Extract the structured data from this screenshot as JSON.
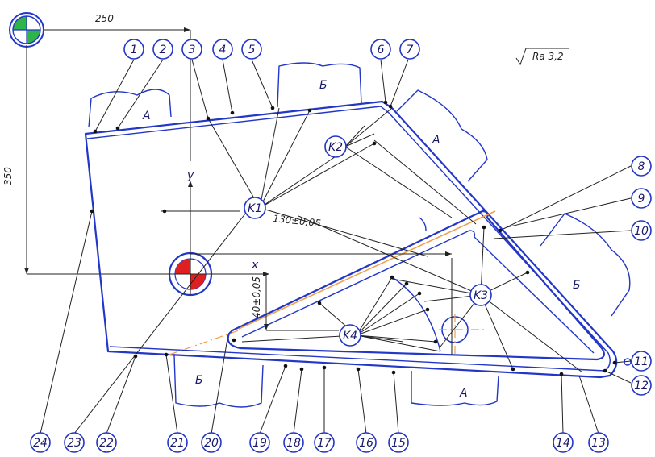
{
  "dimensions": {
    "horiz_250": "250",
    "vert_350": "350",
    "tol_130": "130±0,05",
    "tol_40": "40±0,05"
  },
  "roughness": "Ra 3,2",
  "axes": {
    "x": "x",
    "y": "y"
  },
  "zone_labels": [
    "A",
    "Б",
    "A",
    "Б",
    "Б",
    "A"
  ],
  "clamps": [
    "K1",
    "K2",
    "K3",
    "K4"
  ],
  "positions": [
    "1",
    "2",
    "3",
    "4",
    "5",
    "6",
    "7",
    "8",
    "9",
    "10",
    "11",
    "12",
    "13",
    "14",
    "15",
    "16",
    "17",
    "18",
    "19",
    "20",
    "21",
    "22",
    "23",
    "24"
  ],
  "colors": {
    "part": "#2236c8",
    "construction": "#f0a04a",
    "datum_red": "#e02020",
    "datum_green": "#2fb44a"
  },
  "icons": [
    "base-datum-green-icon",
    "base-datum-red-icon",
    "roughness-symbol-icon"
  ]
}
